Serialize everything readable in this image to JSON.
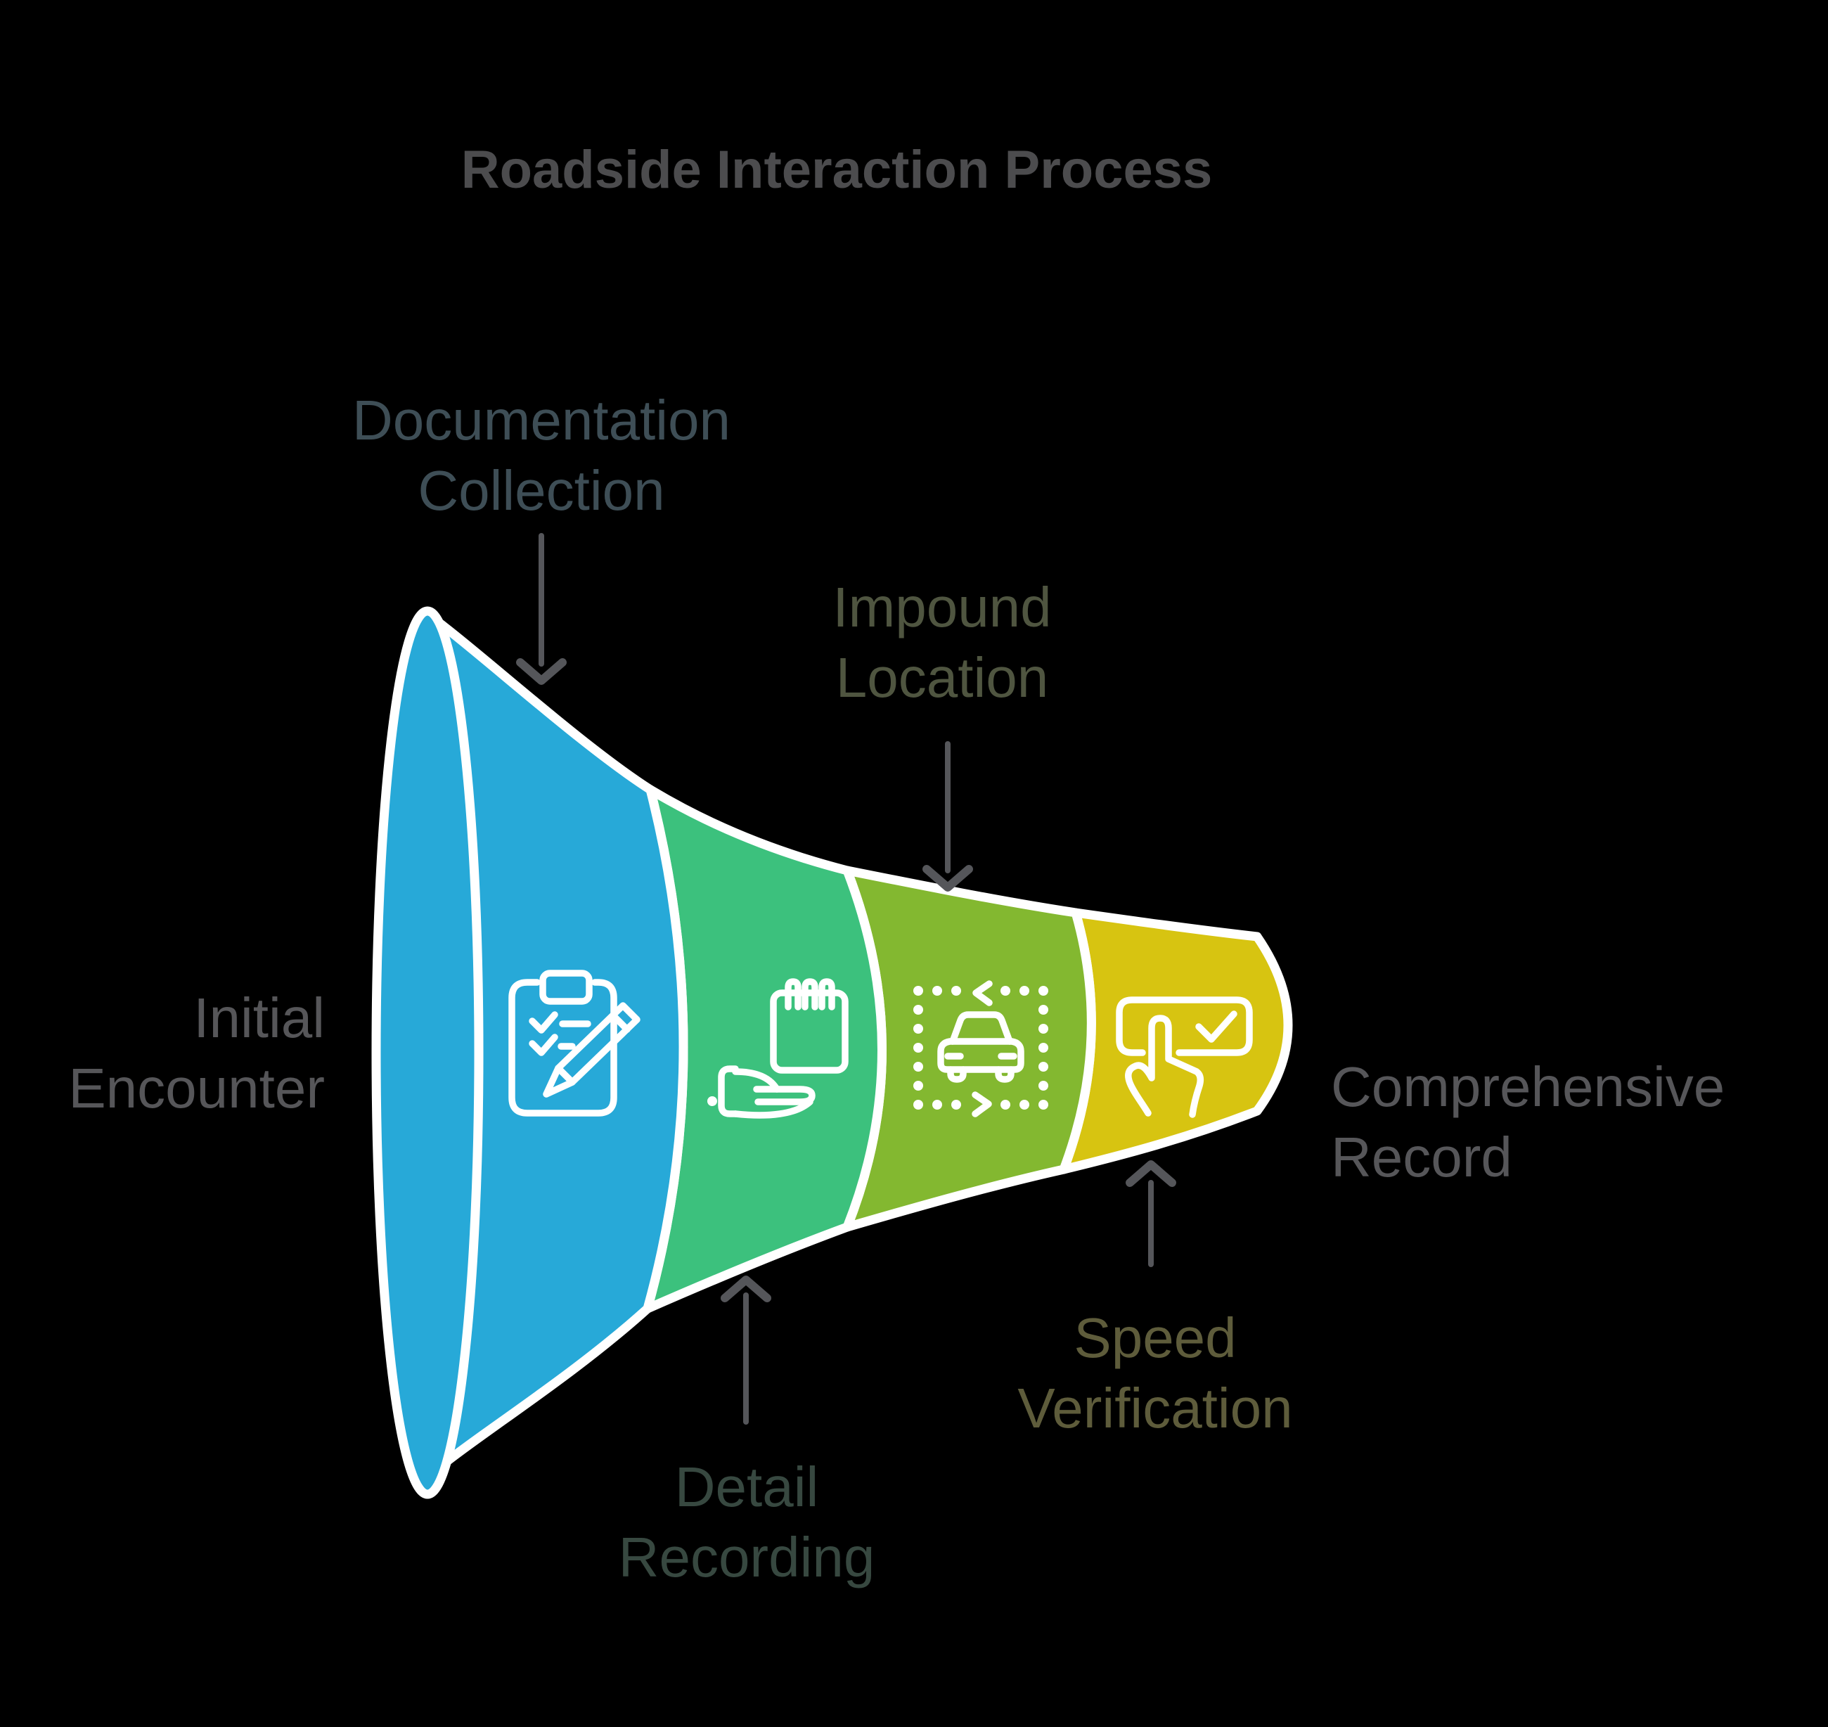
{
  "title": {
    "text": "Roadside Interaction Process",
    "color": "#4C4C4E"
  },
  "background_color": "#000000",
  "outline_color": "#FFFFFF",
  "arrow_color": "#55565A",
  "funnel": {
    "stages": [
      {
        "name": "Initial Encounter",
        "label": "Initial\nEncounter",
        "label_color": "#565659"
      },
      {
        "name": "Documentation Collection",
        "label": "Documentation\nCollection",
        "label_color": "#3E4E56",
        "segment_color": "#27A9D8",
        "icon": "clipboard-checklist-icon"
      },
      {
        "name": "Detail Recording",
        "label": "Detail\nRecording",
        "label_color": "#374840",
        "segment_color": "#3CC17D",
        "icon": "notepad-hand-icon"
      },
      {
        "name": "Impound Location",
        "label": "Impound\nLocation",
        "label_color": "#4F5540",
        "segment_color": "#83B830",
        "icon": "car-transfer-icon"
      },
      {
        "name": "Speed Verification",
        "label": "Speed\nVerification",
        "label_color": "#5E5C3B",
        "segment_color": "#D7C411",
        "icon": "press-button-check-icon"
      },
      {
        "name": "Comprehensive Record",
        "label": "Comprehensive\nRecord",
        "label_color": "#565659"
      }
    ]
  }
}
